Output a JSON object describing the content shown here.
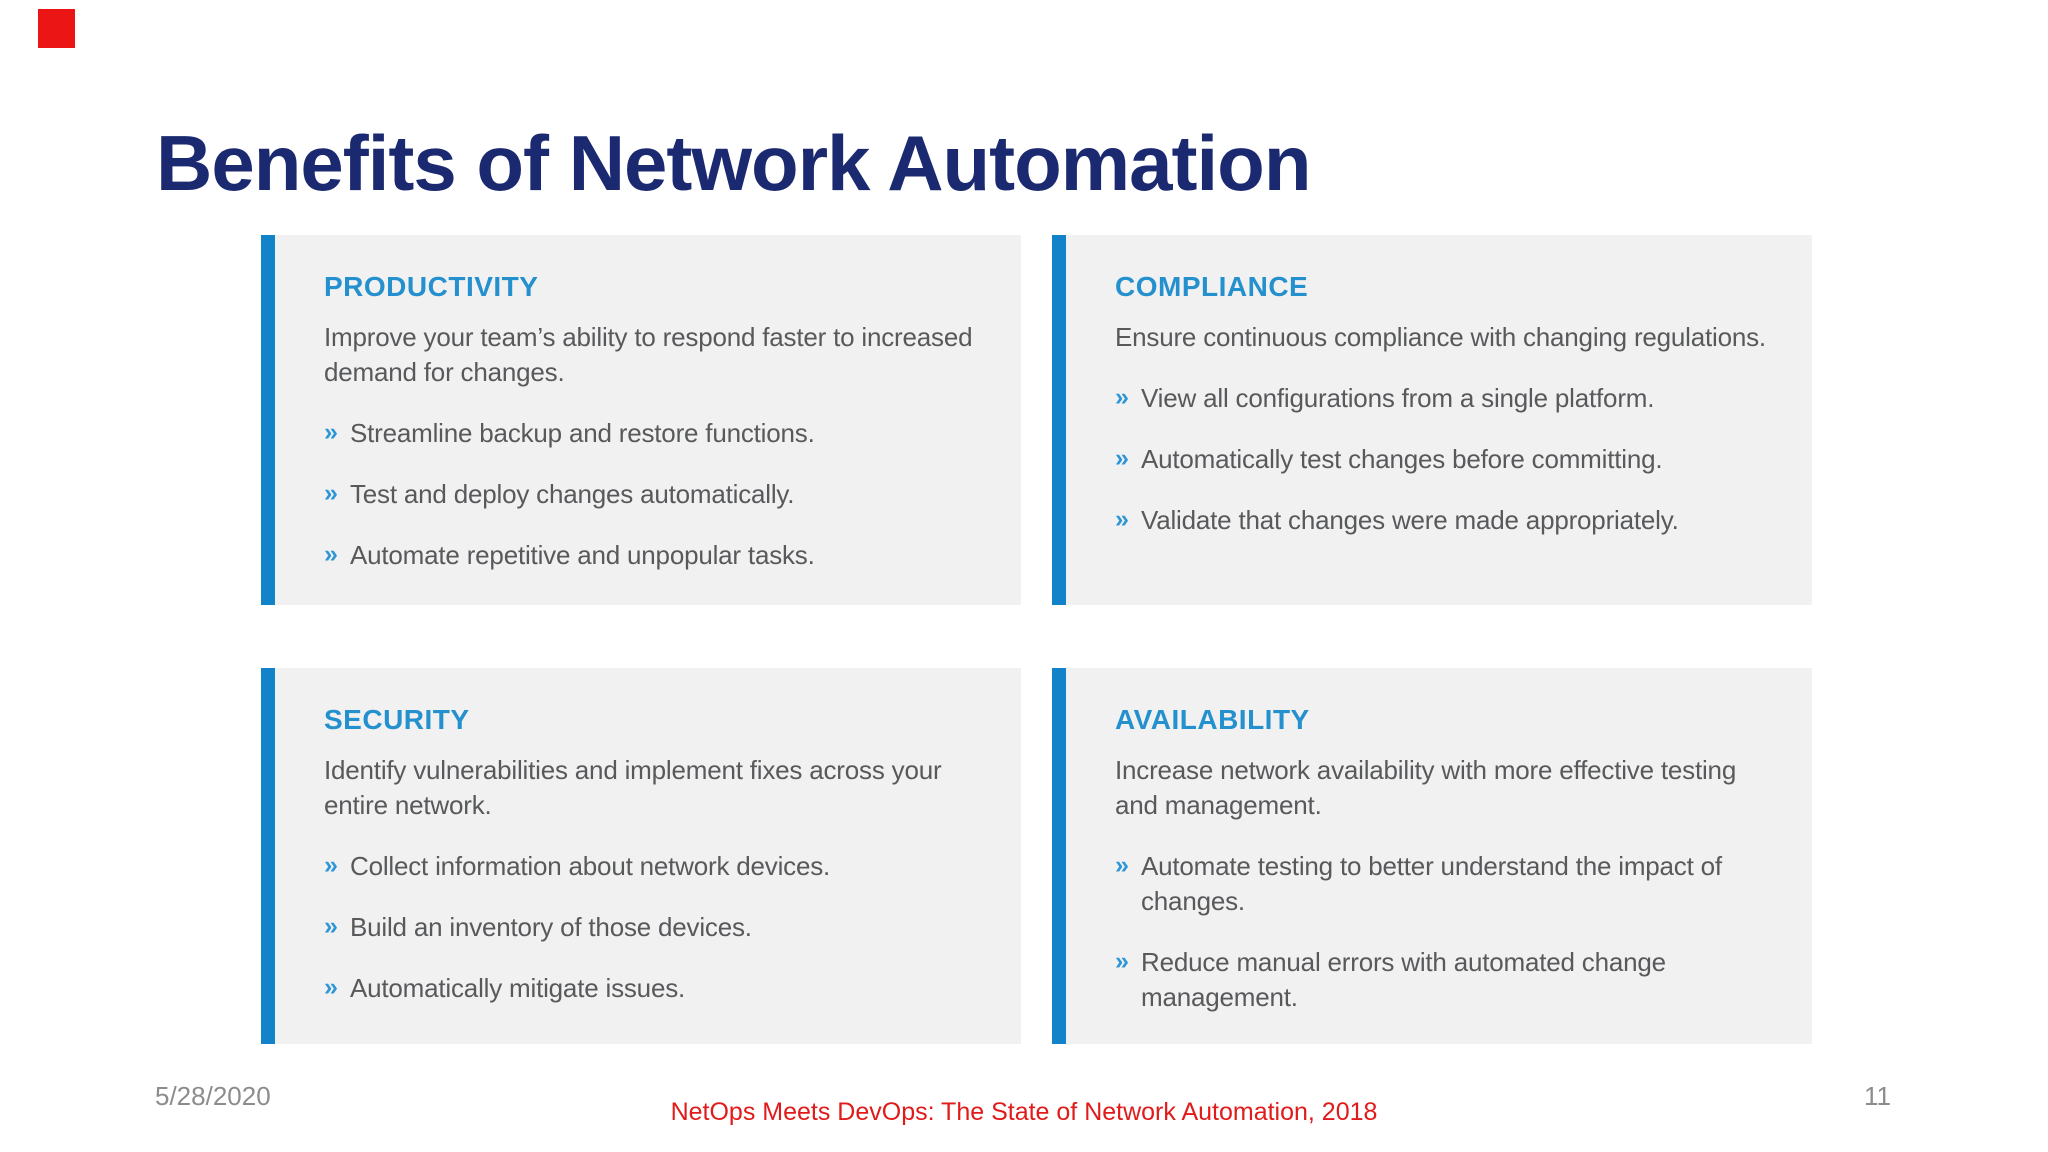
{
  "slide": {
    "title": "Benefits of Network Automation",
    "bullet_glyph": "»",
    "cards": [
      {
        "heading": "PRODUCTIVITY",
        "description": "Improve your team’s ability to respond faster to increased demand for changes.",
        "bullets": [
          "Streamline backup and restore functions.",
          "Test and deploy changes automatically.",
          "Automate repetitive and unpopular tasks."
        ]
      },
      {
        "heading": "COMPLIANCE",
        "description": "Ensure continuous compliance with changing regulations.",
        "bullets": [
          "View all configurations from a single platform.",
          "Automatically test changes before committing.",
          "Validate that changes were made appropriately."
        ]
      },
      {
        "heading": "SECURITY",
        "description": "Identify vulnerabilities and implement fixes across your entire network.",
        "bullets": [
          "Collect information about network devices.",
          "Build an inventory of those devices.",
          "Automatically mitigate issues."
        ]
      },
      {
        "heading": "AVAILABILITY",
        "description": "Increase network availability with more effective testing and management.",
        "bullets": [
          "Automate testing to better understand the impact of changes.",
          "Reduce manual errors with automated change management."
        ]
      }
    ],
    "footer": {
      "date": "5/28/2020",
      "citation": "NetOps Meets DevOps: The State of Network Automation, 2018",
      "page_number": "11"
    },
    "colors": {
      "title_navy": "#1b2a70",
      "heading_blue": "#2590ce",
      "accent_bar_blue": "#1283c9",
      "bullet_chevron_blue": "#2e96d4",
      "card_background": "#f1f1f2",
      "body_text_gray": "#58595b",
      "footer_gray": "#8c8c8c",
      "citation_red": "#e11a1a",
      "recording_badge_red": "#ec1515"
    }
  }
}
